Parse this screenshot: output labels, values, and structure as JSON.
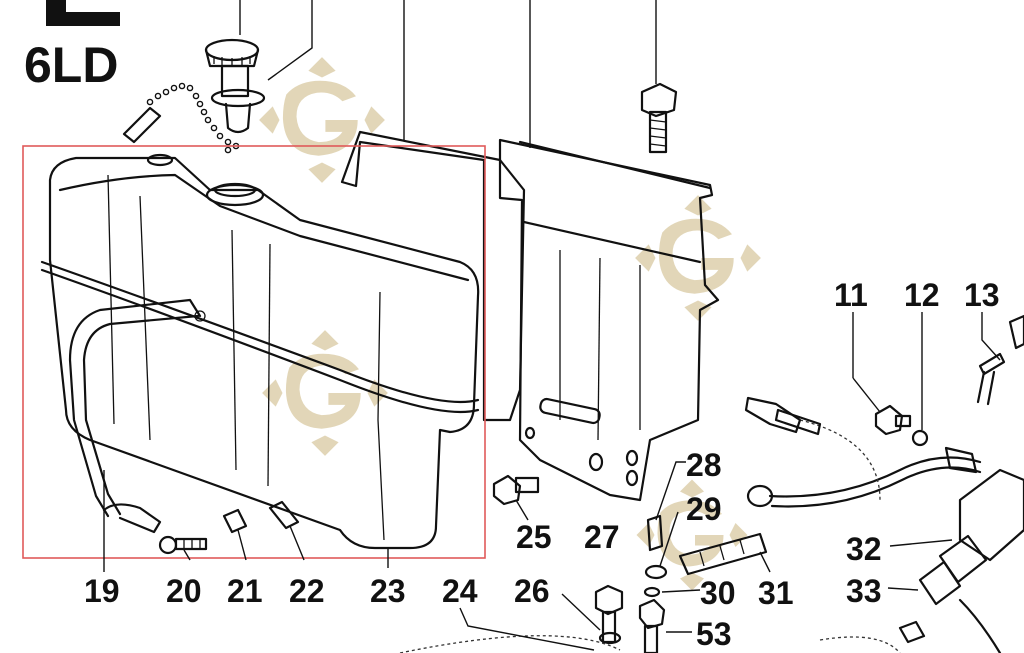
{
  "model_label": "6LD",
  "part_numbers": {
    "p11": "11",
    "p12": "12",
    "p13": "13",
    "p19": "19",
    "p20": "20",
    "p21": "21",
    "p22": "22",
    "p23": "23",
    "p24": "24",
    "p25": "25",
    "p26": "26",
    "p27": "27",
    "p28": "28",
    "p29": "29",
    "p30": "30",
    "p31": "31",
    "p32": "32",
    "p33": "33",
    "p53": "53"
  },
  "colors": {
    "highlight_box": "#e05a5a",
    "watermark": "#d8c9a0",
    "line": "#111111"
  },
  "icons": {
    "watermark": "g-logo-watermark"
  }
}
